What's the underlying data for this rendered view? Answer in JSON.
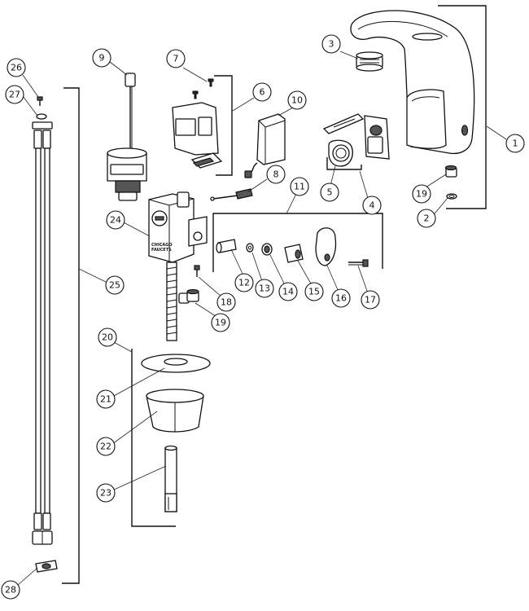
{
  "diagram": {
    "callouts": [
      {
        "id": "1",
        "label": "1"
      },
      {
        "id": "2",
        "label": "2"
      },
      {
        "id": "3",
        "label": "3"
      },
      {
        "id": "4",
        "label": "4"
      },
      {
        "id": "5",
        "label": "5"
      },
      {
        "id": "6",
        "label": "6"
      },
      {
        "id": "7",
        "label": "7"
      },
      {
        "id": "8",
        "label": "8"
      },
      {
        "id": "9",
        "label": "9"
      },
      {
        "id": "10",
        "label": "10"
      },
      {
        "id": "11",
        "label": "11"
      },
      {
        "id": "12",
        "label": "12"
      },
      {
        "id": "13",
        "label": "13"
      },
      {
        "id": "14",
        "label": "14"
      },
      {
        "id": "15",
        "label": "15"
      },
      {
        "id": "16",
        "label": "16"
      },
      {
        "id": "17",
        "label": "17"
      },
      {
        "id": "18",
        "label": "18"
      },
      {
        "id": "19a",
        "label": "19"
      },
      {
        "id": "19b",
        "label": "19"
      },
      {
        "id": "20",
        "label": "20"
      },
      {
        "id": "21",
        "label": "21"
      },
      {
        "id": "22",
        "label": "22"
      },
      {
        "id": "23",
        "label": "23"
      },
      {
        "id": "24",
        "label": "24"
      },
      {
        "id": "25",
        "label": "25"
      },
      {
        "id": "26",
        "label": "26"
      },
      {
        "id": "27",
        "label": "27"
      },
      {
        "id": "28",
        "label": "28"
      }
    ],
    "brand_mark": [
      "CHICAGO",
      "FAUCETS"
    ]
  }
}
